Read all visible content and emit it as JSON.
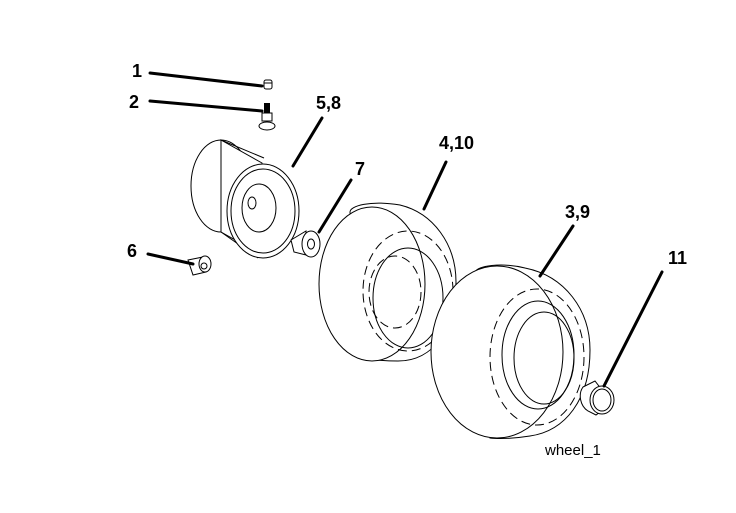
{
  "diagram": {
    "caption": "wheel_1",
    "callouts": [
      {
        "id": "c1",
        "label": "1"
      },
      {
        "id": "c2",
        "label": "2"
      },
      {
        "id": "c58",
        "label": "5,8"
      },
      {
        "id": "c7",
        "label": "7"
      },
      {
        "id": "c410",
        "label": "4,10"
      },
      {
        "id": "c39",
        "label": "3,9"
      },
      {
        "id": "c11",
        "label": "11"
      },
      {
        "id": "c6",
        "label": "6"
      }
    ]
  }
}
